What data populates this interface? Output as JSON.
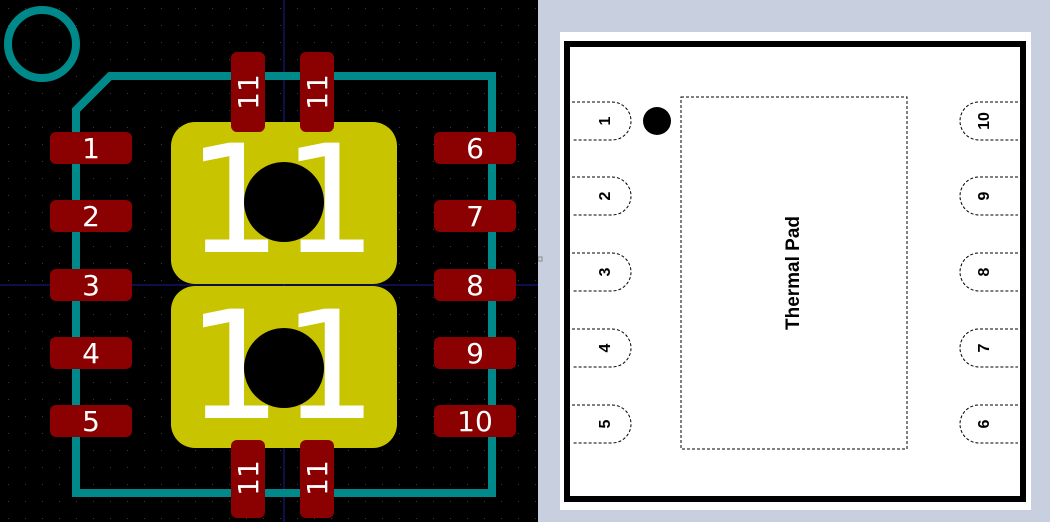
{
  "pcb": {
    "background": "#000000",
    "pad_color": "#8b0000",
    "thermal_pad_color": "#c8c400",
    "outline_color": "#00898a",
    "text_color": "#ffffff",
    "left_pads": [
      "1",
      "2",
      "3",
      "4",
      "5"
    ],
    "right_pads": [
      "6",
      "7",
      "8",
      "9",
      "10"
    ],
    "top_pads": [
      "11",
      "11"
    ],
    "bottom_pads": [
      "11",
      "11"
    ],
    "thermal_pads": [
      "11",
      "11"
    ]
  },
  "datasheet": {
    "background": "#c8d0e0",
    "left_pins": [
      "1",
      "2",
      "3",
      "4",
      "5"
    ],
    "right_pins": [
      "10",
      "9",
      "8",
      "7",
      "6"
    ],
    "thermal_pad_label": "Thermal Pad"
  }
}
